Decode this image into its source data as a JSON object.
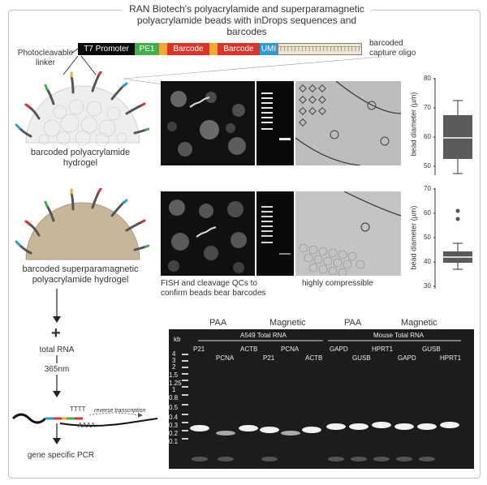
{
  "title": "RAN Biotech's polyacrylamide and superparamagnetic polyacrylamide beads with inDrops sequences and barcodes",
  "oligo": {
    "segments": [
      {
        "label": "T7 Promoter",
        "color": "#0a0a0a"
      },
      {
        "label": "PE1",
        "color": "#3fae49"
      },
      {
        "label": "",
        "color": "#f0a930"
      },
      {
        "label": "Barcode",
        "color": "#d9342b"
      },
      {
        "label": "",
        "color": "#f0a930"
      },
      {
        "label": "Barcode",
        "color": "#d9342b"
      },
      {
        "label": "UMI",
        "color": "#2b9ad8"
      },
      {
        "label": "TTTTTTTTTTTTTTTTTTTTTTTTT",
        "color": "#c9bfa8"
      }
    ],
    "linker_label": "Photocleavable\nlinker",
    "capture_label": "barcoded\ncapture oligo"
  },
  "beads": {
    "top_caption": "barcoded polyacrylamide\nhydrogel",
    "bottom_caption": "barcoded superparamagnetic\npolyacrylamide hydrogel"
  },
  "qc": {
    "fish_caption": "FISH and cleavage QCs to\nconfirm beads bear barcodes",
    "compress_caption": "highly compressible"
  },
  "boxplots": {
    "ylabel": "bead diameter (µm)",
    "top": {
      "ticks": [
        "80",
        "70",
        "60",
        "50"
      ]
    },
    "bottom": {
      "ticks": [
        "70",
        "60",
        "50",
        "40",
        "30"
      ]
    }
  },
  "workflow": {
    "plus": "+",
    "total_rna": "total RNA",
    "uv": "365nm",
    "rt_label": "reverse transcription",
    "polyT": "TTTT",
    "polyA": "AAAA",
    "pcr": "gene specific PCR"
  },
  "gel": {
    "headers": [
      "PAA",
      "Magnetic",
      "PAA",
      "Magnetic"
    ],
    "group_left": "A549 Total RNA",
    "group_right": "Mouse Total RNA",
    "kb": "kb",
    "ladder": [
      "4",
      "3",
      "2",
      "1.5",
      "1.25",
      "1",
      "0.8",
      "0.5",
      "0.4",
      "0.3",
      "0.2",
      "0.1"
    ],
    "lanes_top": [
      "P21",
      "ACTB",
      "PCNA",
      "GAPD",
      "HPRT1",
      "GUSB"
    ],
    "lanes_bottom": [
      "PCNA",
      "P21",
      "ACTB",
      "GUSB",
      "GAPD",
      "HPRT1"
    ]
  }
}
